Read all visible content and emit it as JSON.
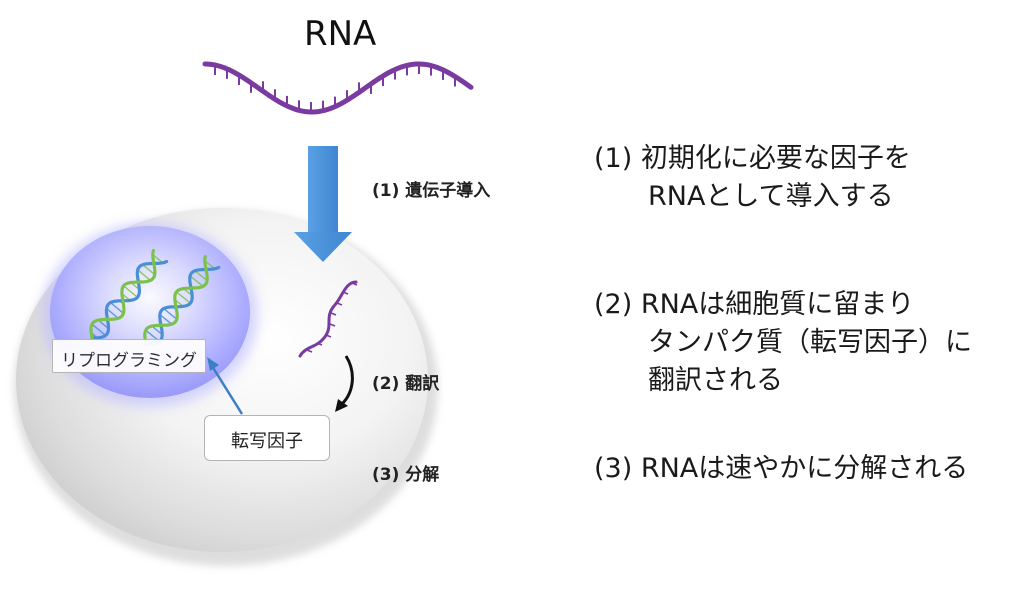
{
  "title": "RNA",
  "steps": {
    "s1": "(1) 遺伝子導入",
    "s2": "(2) 翻訳",
    "s3": "(3) 分解"
  },
  "descriptions": {
    "d1": [
      "(1) 初期化に必要な因子を",
      "RNAとして導入する"
    ],
    "d2": [
      "(2) RNAは細胞質に留まり",
      "タンパク質（転写因子）に",
      "翻訳される"
    ],
    "d3": [
      "(3) RNAは速やかに分解される"
    ]
  },
  "labels": {
    "reprogramming": "リプログラミング",
    "transcription_factor": "転写因子"
  },
  "colors": {
    "rna": "#7b3aa0",
    "arrow": "#4a90d9",
    "dna_green": "#7cc24a",
    "dna_blue": "#4a8fd6",
    "nucleus": "#8c8cff"
  }
}
